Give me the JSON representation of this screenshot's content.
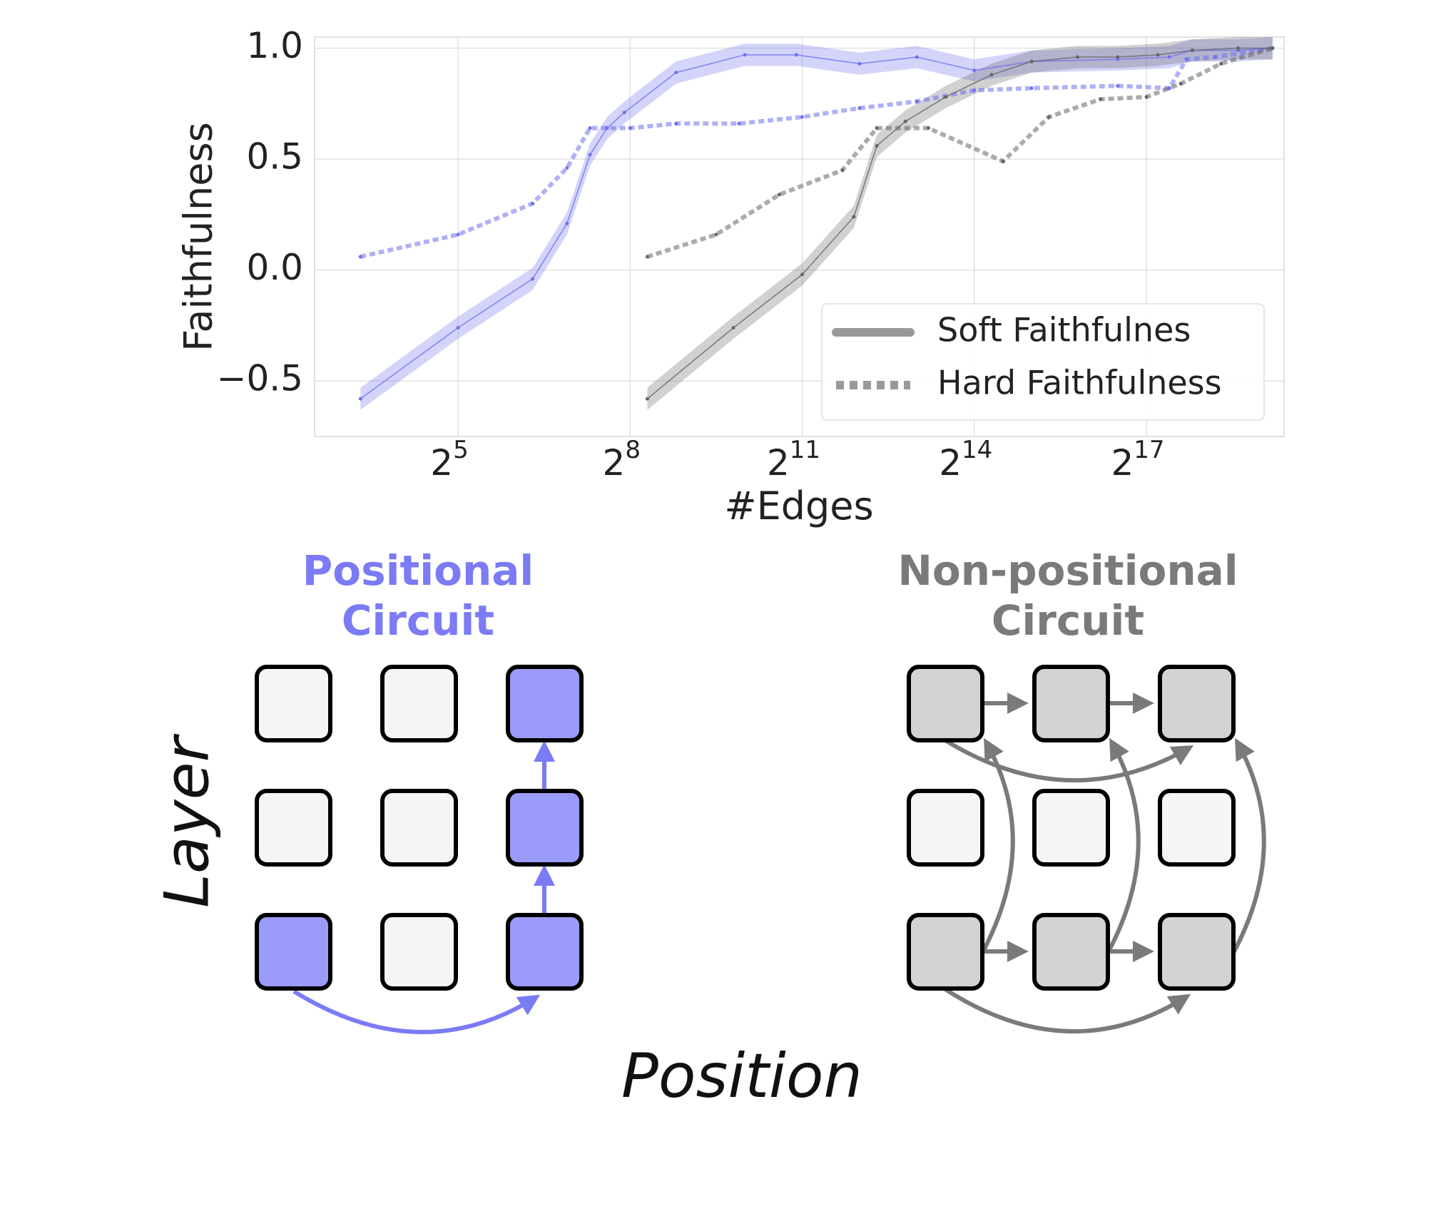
{
  "chart_data": {
    "type": "line",
    "xlabel": "#Edges",
    "ylabel": "Faithfulness",
    "x_scale": "log2",
    "xlim_log2": [
      2.5,
      19.4
    ],
    "ylim": [
      -0.75,
      1.05
    ],
    "xticks": [
      {
        "base": "2",
        "exp": "5",
        "log2": 5
      },
      {
        "base": "2",
        "exp": "8",
        "log2": 8
      },
      {
        "base": "2",
        "exp": "11",
        "log2": 11
      },
      {
        "base": "2",
        "exp": "14",
        "log2": 14
      },
      {
        "base": "2",
        "exp": "17",
        "log2": 17
      }
    ],
    "yticks": [
      "1.0",
      "0.5",
      "0.0",
      "−0.5"
    ],
    "ytick_values": [
      1.0,
      0.5,
      0.0,
      -0.5
    ],
    "grid": true,
    "legend_position": "lower-right",
    "legend": [
      {
        "label": "Soft Faithfulnes",
        "style": "solid",
        "color": "#7f7f7f"
      },
      {
        "label": "Hard Faithfulness",
        "style": "dotted",
        "color": "#7f7f7f"
      }
    ],
    "series": [
      {
        "key": "positional-soft",
        "color": "#7070f0",
        "style": "solid",
        "band": 0.05,
        "points": [
          [
            3.3,
            -0.58
          ],
          [
            5.0,
            -0.26
          ],
          [
            6.3,
            -0.04
          ],
          [
            6.9,
            0.21
          ],
          [
            7.3,
            0.52
          ],
          [
            7.6,
            0.64
          ],
          [
            7.9,
            0.71
          ],
          [
            8.8,
            0.89
          ],
          [
            10.0,
            0.97
          ],
          [
            10.9,
            0.97
          ],
          [
            12.0,
            0.93
          ],
          [
            13.0,
            0.96
          ],
          [
            14.0,
            0.9
          ],
          [
            15.0,
            0.94
          ],
          [
            16.5,
            0.95
          ],
          [
            17.4,
            0.96
          ],
          [
            17.8,
            0.99
          ],
          [
            18.6,
            0.99
          ],
          [
            19.2,
            1.0
          ]
        ]
      },
      {
        "key": "positional-hard",
        "color": "#7070f0",
        "style": "dotted",
        "points": [
          [
            3.3,
            0.06
          ],
          [
            5.0,
            0.16
          ],
          [
            6.3,
            0.3
          ],
          [
            6.9,
            0.46
          ],
          [
            7.3,
            0.64
          ],
          [
            7.6,
            0.64
          ],
          [
            8.0,
            0.64
          ],
          [
            8.8,
            0.66
          ],
          [
            9.9,
            0.66
          ],
          [
            11.0,
            0.69
          ],
          [
            12.0,
            0.73
          ],
          [
            13.0,
            0.76
          ],
          [
            14.0,
            0.81
          ],
          [
            15.0,
            0.82
          ],
          [
            16.5,
            0.83
          ],
          [
            17.4,
            0.82
          ],
          [
            17.7,
            0.95
          ],
          [
            18.2,
            0.96
          ],
          [
            19.2,
            1.0
          ]
        ]
      },
      {
        "key": "nonpositional-soft",
        "color": "#666666",
        "style": "solid",
        "band": 0.05,
        "points": [
          [
            8.3,
            -0.58
          ],
          [
            9.8,
            -0.26
          ],
          [
            11.0,
            -0.02
          ],
          [
            11.9,
            0.24
          ],
          [
            12.3,
            0.56
          ],
          [
            12.8,
            0.67
          ],
          [
            13.5,
            0.78
          ],
          [
            14.3,
            0.88
          ],
          [
            15.0,
            0.94
          ],
          [
            15.8,
            0.96
          ],
          [
            16.5,
            0.96
          ],
          [
            17.2,
            0.97
          ],
          [
            17.8,
            0.99
          ],
          [
            18.6,
            1.0
          ],
          [
            19.2,
            1.0
          ]
        ]
      },
      {
        "key": "nonpositional-hard",
        "color": "#666666",
        "style": "dotted",
        "points": [
          [
            8.3,
            0.06
          ],
          [
            9.5,
            0.16
          ],
          [
            10.6,
            0.34
          ],
          [
            11.7,
            0.45
          ],
          [
            12.3,
            0.64
          ],
          [
            13.2,
            0.64
          ],
          [
            14.5,
            0.49
          ],
          [
            15.3,
            0.69
          ],
          [
            16.2,
            0.77
          ],
          [
            17.0,
            0.78
          ],
          [
            17.6,
            0.84
          ],
          [
            18.3,
            0.93
          ],
          [
            19.2,
            1.0
          ]
        ]
      }
    ]
  },
  "diagram": {
    "positional_title": [
      "Positional",
      "Circuit"
    ],
    "nonpositional_title": [
      "Non-positional",
      "Circuit"
    ],
    "y_axis_label": "Layer",
    "x_axis_label": "Position",
    "positional_color": "#7b7bf5",
    "positional_fill": "#9b9cf9",
    "nonpositional_color": "#7a7a7a",
    "nonpositional_fill": "#d3d3d3",
    "empty_fill": "#f5f5f5",
    "positional_active": [
      [
        0,
        2
      ],
      [
        1,
        2
      ],
      [
        2,
        0
      ],
      [
        2,
        2
      ]
    ],
    "nonpositional_active": [
      [
        0,
        0
      ],
      [
        0,
        1
      ],
      [
        0,
        2
      ],
      [
        2,
        0
      ],
      [
        2,
        1
      ],
      [
        2,
        2
      ]
    ]
  }
}
